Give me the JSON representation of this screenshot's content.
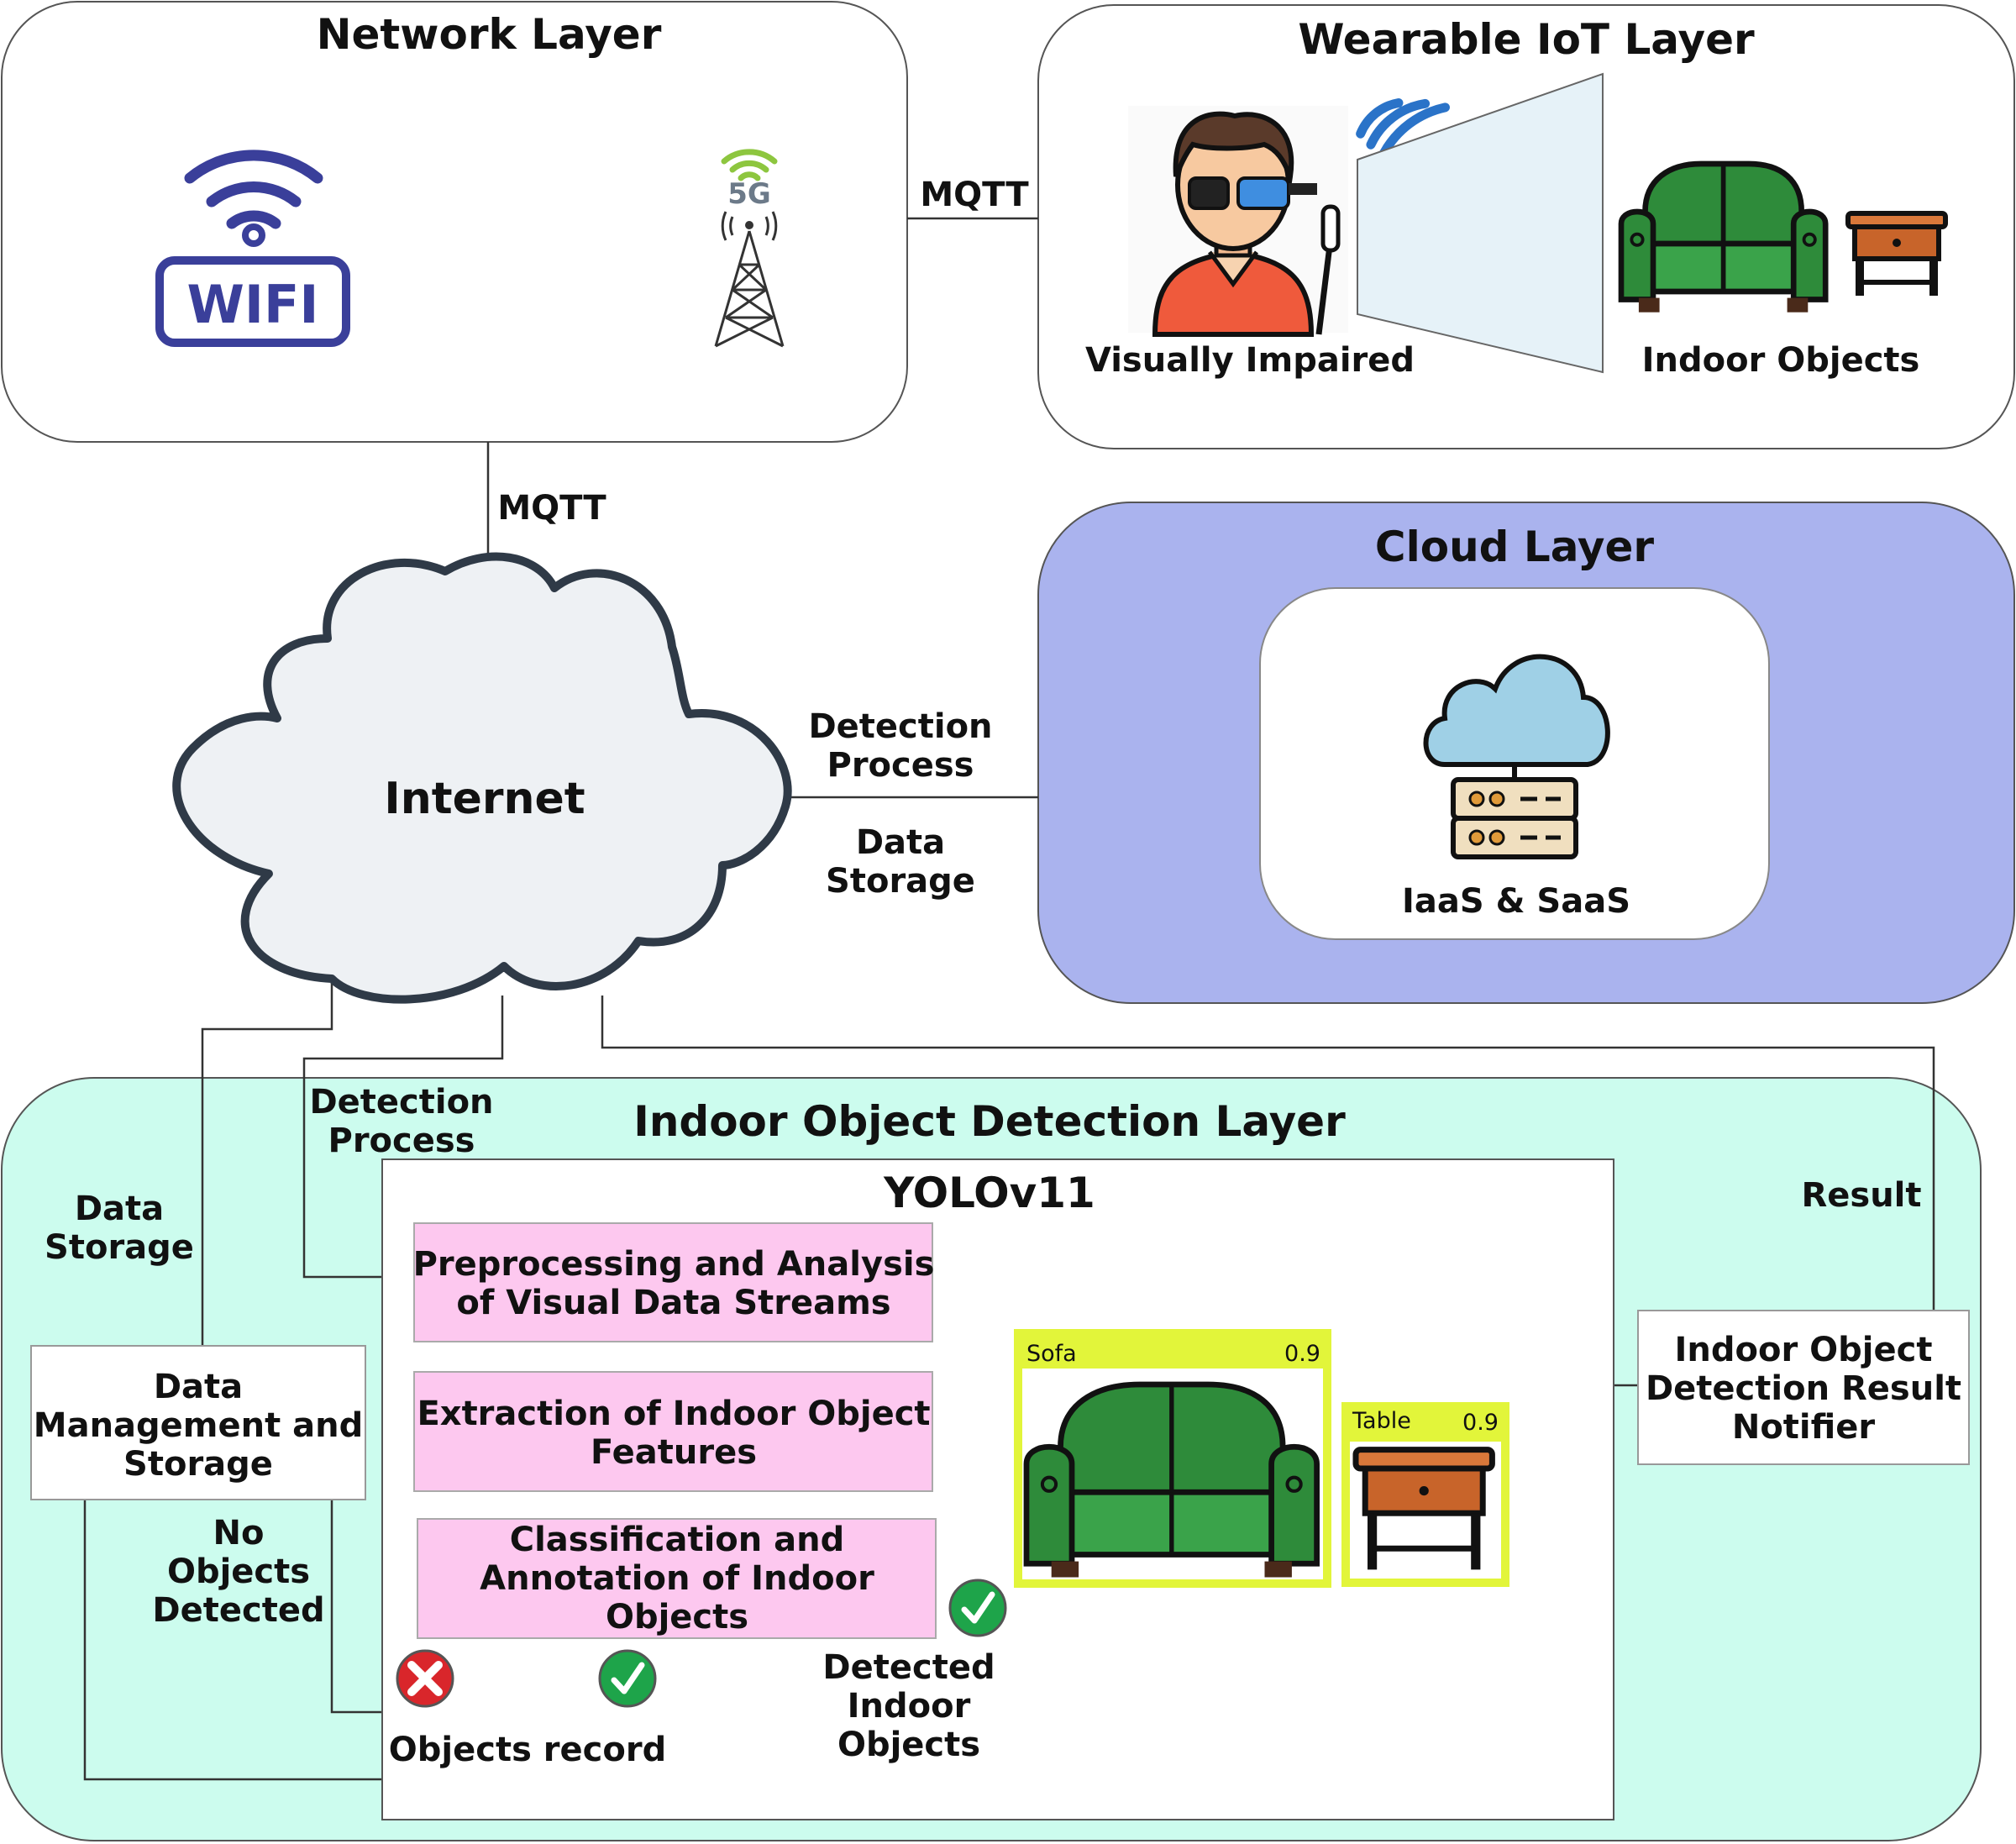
{
  "network_layer": {
    "title": "Network Layer",
    "wifi_label": "WIFI",
    "fiveg_label": "5G"
  },
  "wearable_layer": {
    "title": "Wearable IoT Layer",
    "person_label": "Visually Impaired",
    "objects_label": "Indoor Objects"
  },
  "cloud_layer": {
    "title": "Cloud Layer",
    "service_label": "IaaS & SaaS"
  },
  "internet": {
    "label": "Internet"
  },
  "links": {
    "mqtt_top": "MQTT",
    "mqtt_left": "MQTT",
    "detection_process_1": "Detection",
    "detection_process_2": "Process",
    "data_storage_1": "Data",
    "data_storage_2": "Storage"
  },
  "detection_layer": {
    "title": "Indoor Object Detection Layer",
    "yolo_title": "YOLOv11",
    "detection_process_1": "Detection",
    "detection_process_2": "Process",
    "data_storage_1": "Data",
    "data_storage_2": "Storage",
    "result_label": "Result",
    "steps": [
      {
        "line1": "Preprocessing and Analysis",
        "line2": "of Visual Data Streams",
        "line3": ""
      },
      {
        "line1": "Extraction of Indoor Object",
        "line2": "Features",
        "line3": ""
      },
      {
        "line1": "Classification and",
        "line2": "Annotation of Indoor",
        "line3": "Objects"
      }
    ],
    "data_mgmt": {
      "line1": "Data",
      "line2": "Management and",
      "line3": "Storage"
    },
    "notifier": {
      "line1": "Indoor Object",
      "line2": "Detection Result",
      "line3": "Notifier"
    },
    "no_objects": {
      "line1": "No",
      "line2": "Objects",
      "line3": "Detected"
    },
    "objects_record": "Objects record",
    "detected": {
      "line1": "Detected",
      "line2": "Indoor",
      "line3": "Objects"
    },
    "detections": [
      {
        "label": "Sofa",
        "score": "0.9"
      },
      {
        "label": "Table",
        "score": "0.9"
      }
    ]
  },
  "colors": {
    "cloud_layer_bg": "#aab3ee",
    "detection_layer_bg": "#ccfcee",
    "step_bg": "#fdc8ef",
    "detection_box": "#e2f53a",
    "sofa_green": "#2e7d32",
    "table_brown": "#c8642a"
  }
}
